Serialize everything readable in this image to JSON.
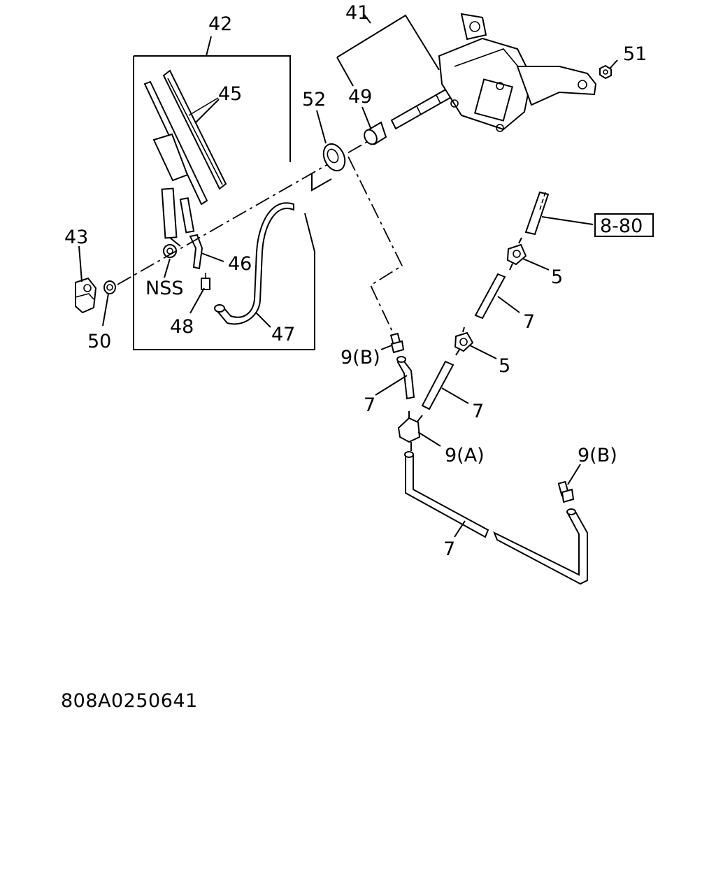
{
  "callouts": {
    "c41": "41",
    "c42": "42",
    "c43": "43",
    "c45": "45",
    "c46": "46",
    "c47": "47",
    "c48": "48",
    "c49": "49",
    "c50": "50",
    "c51": "51",
    "c52": "52",
    "nss": "NSS",
    "ref": "8-80",
    "c5a": "5",
    "c5b": "5",
    "c7a": "7",
    "c7b": "7",
    "c7c": "7",
    "c7d": "7",
    "c9b1": "9(B)",
    "c9a": "9(A)",
    "c9b2": "9(B)"
  },
  "drawing_code": "808A0250641"
}
